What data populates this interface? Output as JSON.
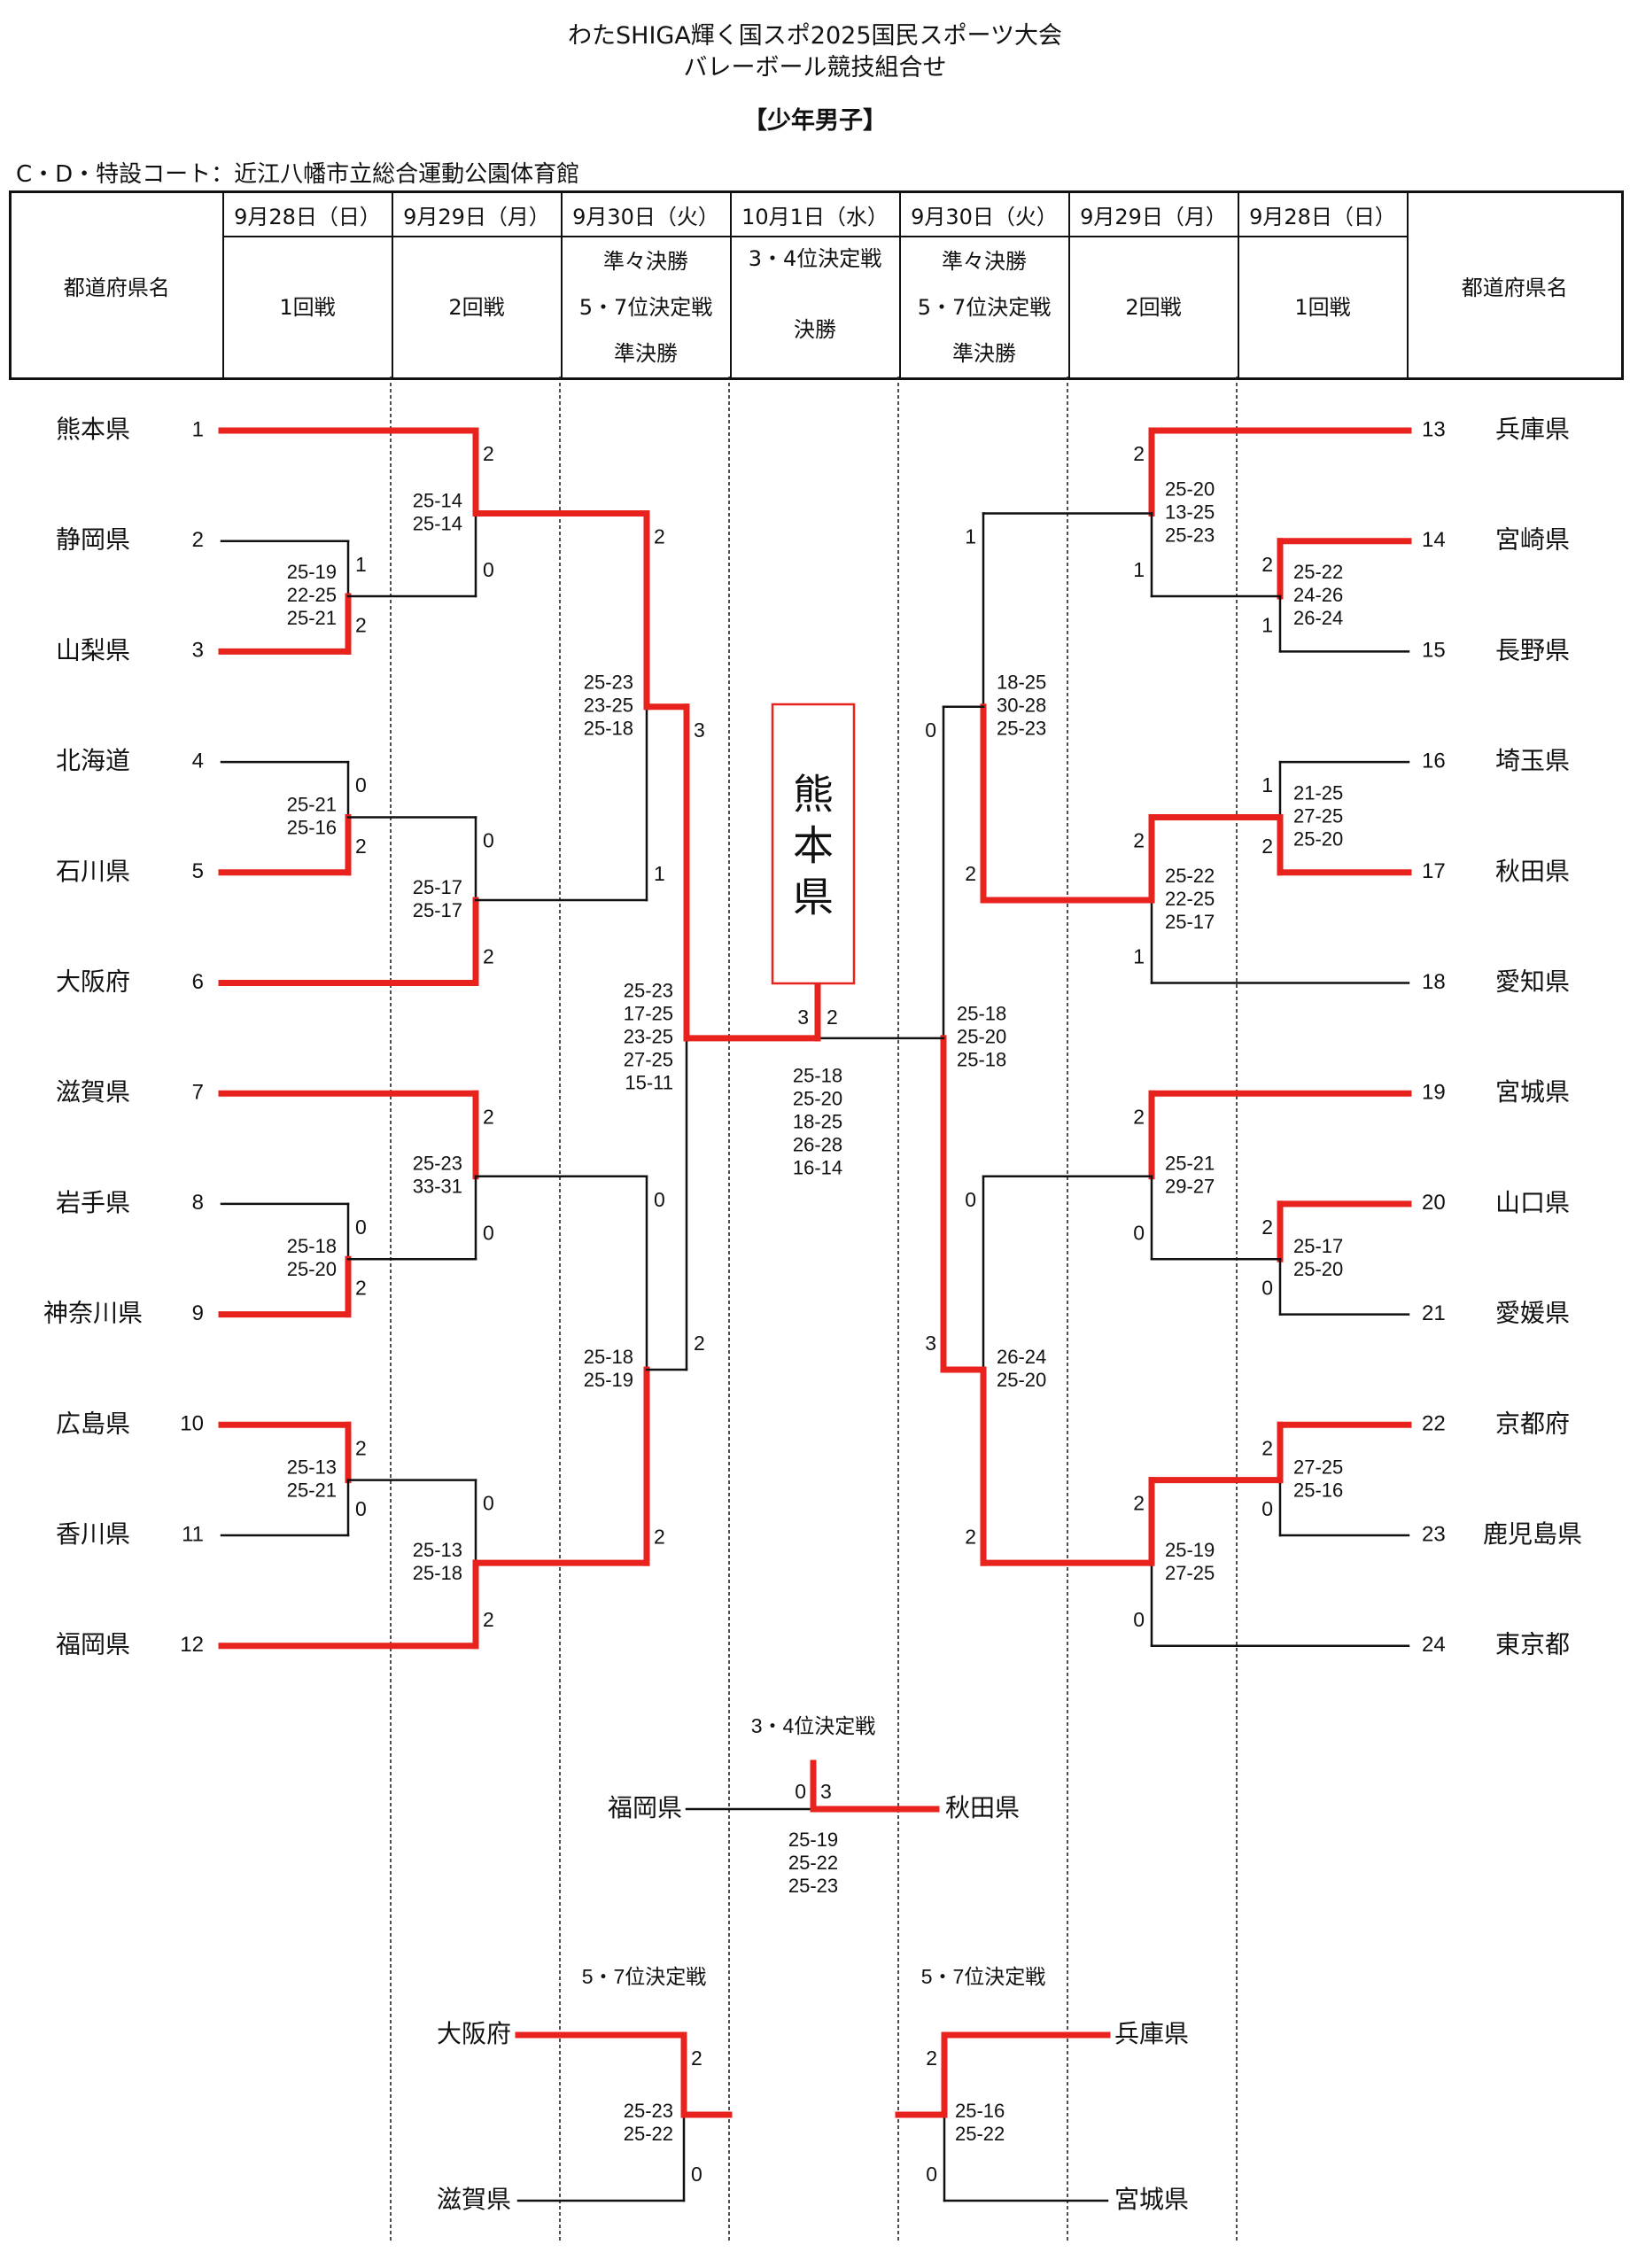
{
  "title": {
    "line1": "わたSHIGA輝く国スポ2025国民スポーツ大会",
    "line2": "バレーボール競技組合せ",
    "division": "【少年男子】"
  },
  "venue": "C・D・特設コート：近江八幡市立総合運動公園体育館",
  "header": {
    "pref_label_left": "都道府県名",
    "pref_label_right": "都道府県名",
    "dates": [
      "9月28日（日）",
      "9月29日（月）",
      "9月30日（火）",
      "10月1日（水）",
      "9月30日（火）",
      "9月29日（月）",
      "9月28日（日）"
    ],
    "rounds": [
      [
        "1回戦"
      ],
      [
        "2回戦"
      ],
      [
        "準々決勝",
        "5・7位決定戦",
        "準決勝"
      ],
      [
        "3・4位決定戦",
        "",
        "決勝"
      ],
      [
        "準々決勝",
        "5・7位決定戦",
        "準決勝"
      ],
      [
        "2回戦"
      ],
      [
        "1回戦"
      ]
    ]
  },
  "colors": {
    "winner_line": "#e8221c",
    "loser_line": "#111111",
    "champion_box": "#e8221c"
  },
  "teams_left": [
    {
      "seed": "1",
      "name": "熊本県"
    },
    {
      "seed": "2",
      "name": "静岡県"
    },
    {
      "seed": "3",
      "name": "山梨県"
    },
    {
      "seed": "4",
      "name": "北海道"
    },
    {
      "seed": "5",
      "name": "石川県"
    },
    {
      "seed": "6",
      "name": "大阪府"
    },
    {
      "seed": "7",
      "name": "滋賀県"
    },
    {
      "seed": "8",
      "name": "岩手県"
    },
    {
      "seed": "9",
      "name": "神奈川県"
    },
    {
      "seed": "10",
      "name": "広島県"
    },
    {
      "seed": "11",
      "name": "香川県"
    },
    {
      "seed": "12",
      "name": "福岡県"
    }
  ],
  "teams_right": [
    {
      "seed": "13",
      "name": "兵庫県"
    },
    {
      "seed": "14",
      "name": "宮崎県"
    },
    {
      "seed": "15",
      "name": "長野県"
    },
    {
      "seed": "16",
      "name": "埼玉県"
    },
    {
      "seed": "17",
      "name": "秋田県"
    },
    {
      "seed": "18",
      "name": "愛知県"
    },
    {
      "seed": "19",
      "name": "宮城県"
    },
    {
      "seed": "20",
      "name": "山口県"
    },
    {
      "seed": "21",
      "name": "愛媛県"
    },
    {
      "seed": "22",
      "name": "京都府"
    },
    {
      "seed": "23",
      "name": "鹿児島県"
    },
    {
      "seed": "24",
      "name": "東京都"
    }
  ],
  "matches": {
    "left": {
      "round1": [
        {
          "top": "静岡県",
          "bottom": "山梨県",
          "top_score": "1",
          "bottom_score": "2",
          "winner": "bottom",
          "sets": [
            "25-19",
            "22-25",
            "25-21"
          ]
        },
        {
          "top": "北海道",
          "bottom": "石川県",
          "top_score": "0",
          "bottom_score": "2",
          "winner": "bottom",
          "sets": [
            "25-21",
            "25-16"
          ]
        },
        {
          "top": "岩手県",
          "bottom": "神奈川県",
          "top_score": "0",
          "bottom_score": "2",
          "winner": "bottom",
          "sets": [
            "25-18",
            "25-20"
          ]
        },
        {
          "top": "広島県",
          "bottom": "香川県",
          "top_score": "2",
          "bottom_score": "0",
          "winner": "top",
          "sets": [
            "25-13",
            "25-21"
          ]
        }
      ],
      "round2": [
        {
          "top": "熊本県",
          "bottom": "山梨県",
          "top_score": "2",
          "bottom_score": "0",
          "winner": "top",
          "sets": [
            "25-14",
            "25-14"
          ]
        },
        {
          "top": "石川県",
          "bottom": "大阪府",
          "top_score": "0",
          "bottom_score": "2",
          "winner": "bottom",
          "sets": [
            "25-17",
            "25-17"
          ]
        },
        {
          "top": "滋賀県",
          "bottom": "神奈川県",
          "top_score": "2",
          "bottom_score": "0",
          "winner": "top",
          "sets": [
            "25-23",
            "33-31"
          ]
        },
        {
          "top": "広島県",
          "bottom": "福岡県",
          "top_score": "0",
          "bottom_score": "2",
          "winner": "bottom",
          "sets": [
            "25-13",
            "25-18"
          ]
        }
      ],
      "quarterfinal": [
        {
          "top": "熊本県",
          "bottom": "大阪府",
          "top_score": "2",
          "bottom_score": "1",
          "winner": "top",
          "sets": [
            "25-23",
            "23-25",
            "25-18"
          ]
        },
        {
          "top": "滋賀県",
          "bottom": "福岡県",
          "top_score": "0",
          "bottom_score": "2",
          "winner": "bottom",
          "sets": [
            "25-18",
            "25-19"
          ]
        }
      ],
      "semifinal": {
        "top": "熊本県",
        "bottom": "福岡県",
        "top_score": "3",
        "bottom_score": "2",
        "winner": "top",
        "sets": [
          "25-23",
          "17-25",
          "23-25",
          "27-25",
          "15-11"
        ]
      }
    },
    "right": {
      "round1": [
        {
          "top": "宮崎県",
          "bottom": "長野県",
          "top_score": "2",
          "bottom_score": "1",
          "winner": "top",
          "sets": [
            "25-22",
            "24-26",
            "26-24"
          ]
        },
        {
          "top": "埼玉県",
          "bottom": "秋田県",
          "top_score": "1",
          "bottom_score": "2",
          "winner": "bottom",
          "sets": [
            "21-25",
            "27-25",
            "25-20"
          ]
        },
        {
          "top": "山口県",
          "bottom": "愛媛県",
          "top_score": "2",
          "bottom_score": "0",
          "winner": "top",
          "sets": [
            "25-17",
            "25-20"
          ]
        },
        {
          "top": "京都府",
          "bottom": "鹿児島県",
          "top_score": "2",
          "bottom_score": "0",
          "winner": "top",
          "sets": [
            "27-25",
            "25-16"
          ]
        }
      ],
      "round2": [
        {
          "top": "兵庫県",
          "bottom": "宮崎県",
          "top_score": "2",
          "bottom_score": "1",
          "winner": "top",
          "sets": [
            "25-20",
            "13-25",
            "25-23"
          ]
        },
        {
          "top": "秋田県",
          "bottom": "愛知県",
          "top_score": "2",
          "bottom_score": "1",
          "winner": "top",
          "sets": [
            "25-22",
            "22-25",
            "25-17"
          ]
        },
        {
          "top": "宮城県",
          "bottom": "山口県",
          "top_score": "2",
          "bottom_score": "0",
          "winner": "top",
          "sets": [
            "25-21",
            "29-27"
          ]
        },
        {
          "top": "京都府",
          "bottom": "東京都",
          "top_score": "2",
          "bottom_score": "0",
          "winner": "top",
          "sets": [
            "25-19",
            "27-25"
          ]
        }
      ],
      "quarterfinal": [
        {
          "top": "兵庫県",
          "bottom": "秋田県",
          "top_score": "1",
          "bottom_score": "2",
          "winner": "bottom",
          "sets": [
            "18-25",
            "30-28",
            "25-23"
          ]
        },
        {
          "top": "宮城県",
          "bottom": "京都府",
          "top_score": "0",
          "bottom_score": "2",
          "winner": "bottom",
          "sets": [
            "26-24",
            "25-20"
          ]
        }
      ],
      "semifinal": {
        "top": "秋田県",
        "bottom": "京都府",
        "top_score": "0",
        "bottom_score": "3",
        "winner": "bottom",
        "sets": [
          "25-18",
          "25-20",
          "25-18"
        ]
      }
    },
    "final": {
      "left": "熊本県",
      "right": "京都府",
      "left_score": "3",
      "right_score": "2",
      "winner": "left",
      "sets": [
        "25-18",
        "25-20",
        "18-25",
        "26-28",
        "16-14"
      ]
    },
    "champion": "熊本県",
    "third_place": {
      "label": "3・4位決定戦",
      "left": "福岡県",
      "right": "秋田県",
      "left_score": "0",
      "right_score": "3",
      "winner": "right",
      "sets": [
        "25-19",
        "25-22",
        "25-23"
      ]
    },
    "fifth_place_left": {
      "label": "5・7位決定戦",
      "top": "大阪府",
      "bottom": "滋賀県",
      "top_score": "2",
      "bottom_score": "0",
      "winner": "top",
      "sets": [
        "25-23",
        "25-22"
      ]
    },
    "fifth_place_right": {
      "label": "5・7位決定戦",
      "top": "兵庫県",
      "bottom": "宮城県",
      "top_score": "2",
      "bottom_score": "0",
      "winner": "top",
      "sets": [
        "25-16",
        "25-22"
      ]
    }
  }
}
